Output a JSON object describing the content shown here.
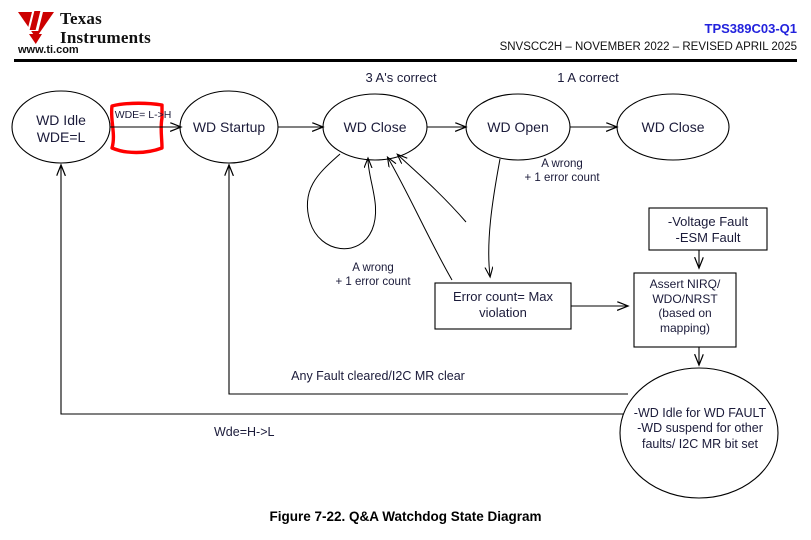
{
  "header": {
    "logo_line1": "Texas",
    "logo_line2": "Instruments",
    "url": "www.ti.com",
    "part_number": "TPS389C03-Q1",
    "doc_line": "SNVSCC2H – NOVEMBER 2022 – REVISED APRIL 2025",
    "part_color": "#2222dd",
    "logo_color": "#cc0000"
  },
  "diagram": {
    "nodes": {
      "wd_idle": {
        "line1": "WD Idle",
        "line2": "WDE=L"
      },
      "wd_startup": {
        "label": "WD Startup"
      },
      "wd_close_1": {
        "label": "WD Close"
      },
      "wd_open": {
        "label": "WD Open"
      },
      "wd_close_2": {
        "label": "WD Close"
      },
      "error_count_box": {
        "line1": "Error count= Max",
        "line2": "violation"
      },
      "fault_box": {
        "line1": "-Voltage Fault",
        "line2": "-ESM Fault"
      },
      "assert_box": {
        "line1": "Assert NIRQ/",
        "line2": "WDO/NRST",
        "line3": "(based on",
        "line4": "mapping)"
      },
      "fault_state_circle": {
        "line1": "-WD Idle for WD FAULT",
        "line2": "-WD suspend for other",
        "line3": "faults/ I2C MR bit set"
      }
    },
    "edge_labels": {
      "wde_low_high": "WDE= L->H",
      "three_a_correct": "3 A's correct",
      "one_a_correct": "1 A correct",
      "a_wrong_right_l1": "A wrong",
      "a_wrong_right_l2": "+ 1 error count",
      "a_wrong_left_l1": "A wrong",
      "a_wrong_left_l2": "+ 1 error count",
      "any_fault_cleared": "Any Fault cleared/I2C MR clear",
      "wde_high_low": "Wde=H->L"
    },
    "highlight_color": "#ff0000",
    "stroke_color": "#000000"
  },
  "caption": "Figure 7-22. Q&A Watchdog State Diagram"
}
